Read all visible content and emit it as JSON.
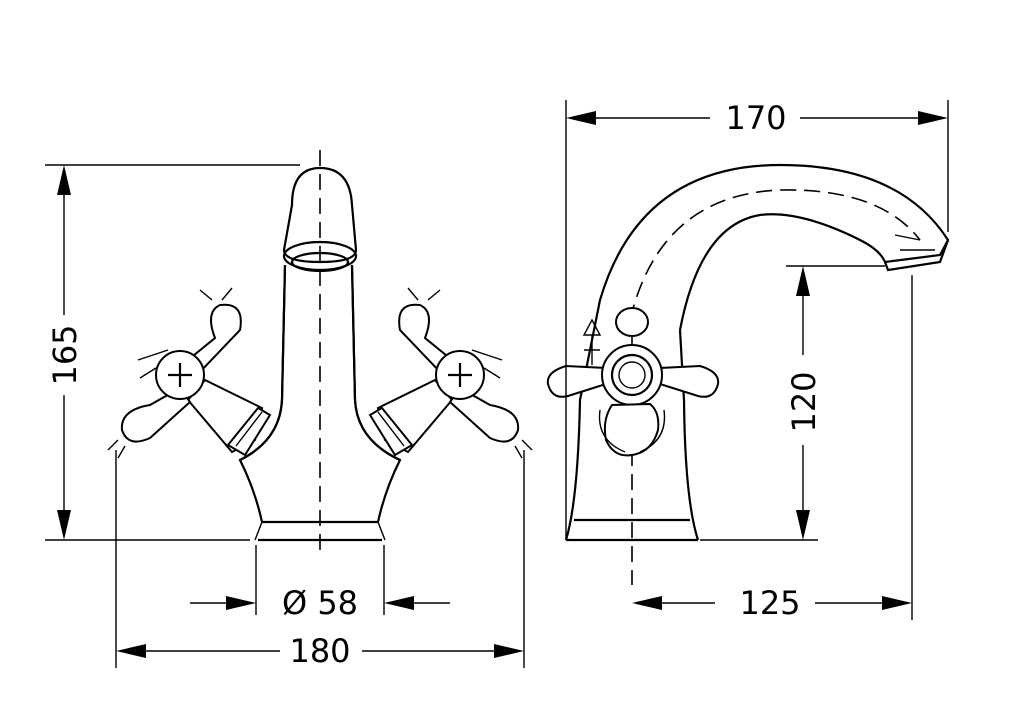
{
  "dimensions": {
    "height_total": "165",
    "base_diameter": "Ø 58",
    "width_total": "180",
    "depth_total": "170",
    "spout_height": "120",
    "spout_reach": "125"
  },
  "colors": {
    "line": "#000000",
    "background": "#ffffff"
  }
}
